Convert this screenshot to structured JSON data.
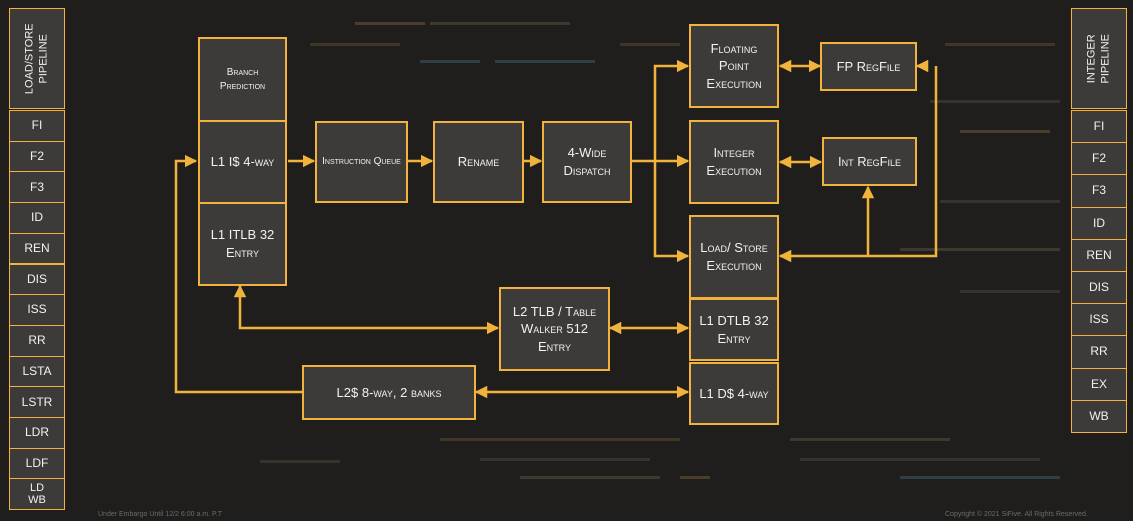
{
  "colors": {
    "accent": "#f2b33d",
    "box_fill": "#3c3b39",
    "background": "#1f1e1c"
  },
  "left_pipeline": {
    "title": "LOAD/STORE PIPELINE",
    "stages": [
      "FI",
      "F2",
      "F3",
      "ID",
      "REN",
      "DIS",
      "ISS",
      "RR",
      "LSTA",
      "LSTR",
      "LDR",
      "LDF",
      "LD WB"
    ]
  },
  "right_pipeline": {
    "title": "INTEGER PIPELINE",
    "stages": [
      "FI",
      "F2",
      "F3",
      "ID",
      "REN",
      "DIS",
      "ISS",
      "RR",
      "EX",
      "WB"
    ]
  },
  "blocks": {
    "branch_prediction": "Branch Prediction",
    "l1_icache": "L1 I$ 4-way",
    "l1_itlb": "L1 ITLB 32 Entry",
    "instruction_queue": "Instruction Queue",
    "rename": "Rename",
    "dispatch": "4-Wide Dispatch",
    "fp_execution": "Floating Point Execution",
    "fp_regfile": "FP RegFile",
    "int_execution": "Integer Execution",
    "int_regfile": "Int RegFile",
    "ls_execution": "Load/ Store Execution",
    "l2_tlb": "L2 TLB / Table Walker 512 Entry",
    "l1_dtlb": "L1 DTLB 32 Entry",
    "l1_dcache": "L1 D$ 4-way",
    "l2_cache": "L2$ 8-way, 2 banks"
  },
  "footer": {
    "left": "Under Embargo Until 12/2 6:00 a.m. P.T",
    "right": "Copyright © 2021 SiFive. All Rights Reserved."
  }
}
